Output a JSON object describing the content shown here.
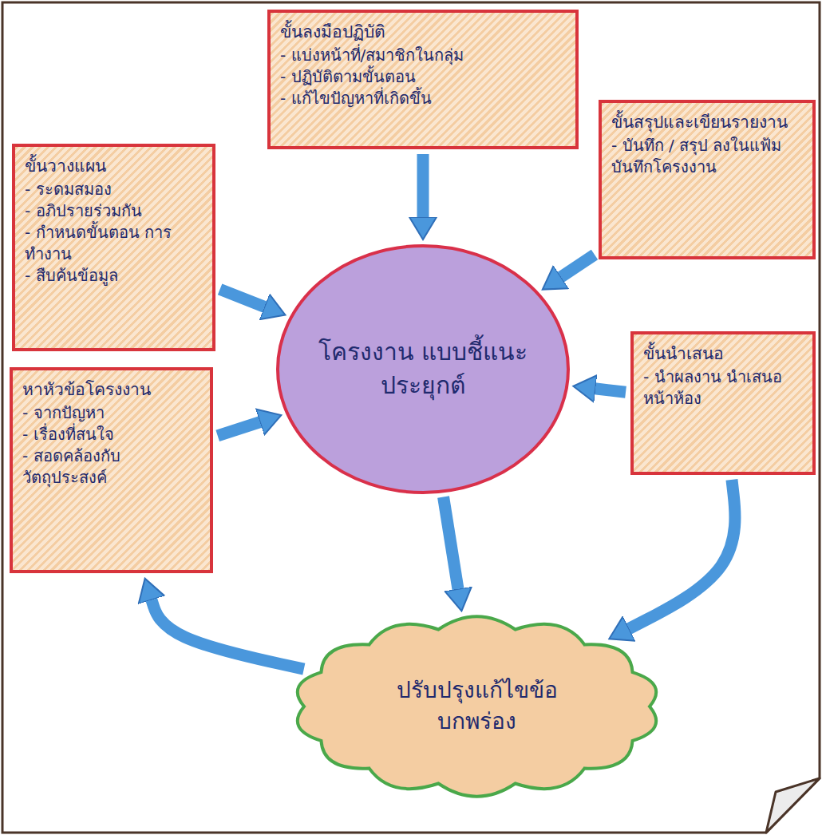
{
  "diagram": {
    "nodes": [
      {
        "text": [
          "ขั้นลงมือปฏิบัติ",
          "- แบ่งหน้าที่/สมาชิกในกลุ่ม",
          "- ปฏิบัติตามขั้นตอน",
          "- แก้ไขปัญหาที่เกิดขึ้น"
        ]
      },
      {
        "text": [
          "ขั้นวางแผน",
          "- ระดมสมอง",
          "- อภิปรายร่วมกัน",
          "- กำหนดขั้นตอน การทำงาน",
          "- สืบค้นข้อมูล"
        ]
      },
      {
        "text": [
          "ขั้นสรุปและเขียนรายงาน",
          "- บันทึก / สรุป ลงในแฟ้ม บันทึกโครงงาน"
        ]
      },
      {
        "text": [
          "โครงงาน แบบชี้แนะประยุกต์"
        ]
      },
      {
        "text": [
          "หาหัวข้อโครงงาน",
          "- จากปัญหา",
          "- เรื่องที่สนใจ",
          "- สอดคล้องกับวัตถุประสงค์"
        ]
      },
      {
        "text": [
          "ขั้นนำเสนอ",
          "- นำผลงาน นำเสนอหน้าห้อง"
        ]
      },
      {
        "text": [
          "ปรับปรุงแก้ไขข้อ บกพร่อง"
        ]
      }
    ],
    "edges": [
      {
        "from": 0,
        "to": 3,
        "arrow": "to"
      },
      {
        "from": 1,
        "to": 3,
        "arrow": "to"
      },
      {
        "from": 2,
        "to": 3,
        "arrow": "to"
      },
      {
        "from": 4,
        "to": 3,
        "arrow": "to"
      },
      {
        "from": 5,
        "to": 3,
        "arrow": "to"
      },
      {
        "from": 3,
        "to": 6,
        "arrow": "to"
      },
      {
        "from": 5,
        "to": 6,
        "arrow": "to"
      },
      {
        "from": 6,
        "to": 4,
        "arrow": "to"
      }
    ]
  }
}
